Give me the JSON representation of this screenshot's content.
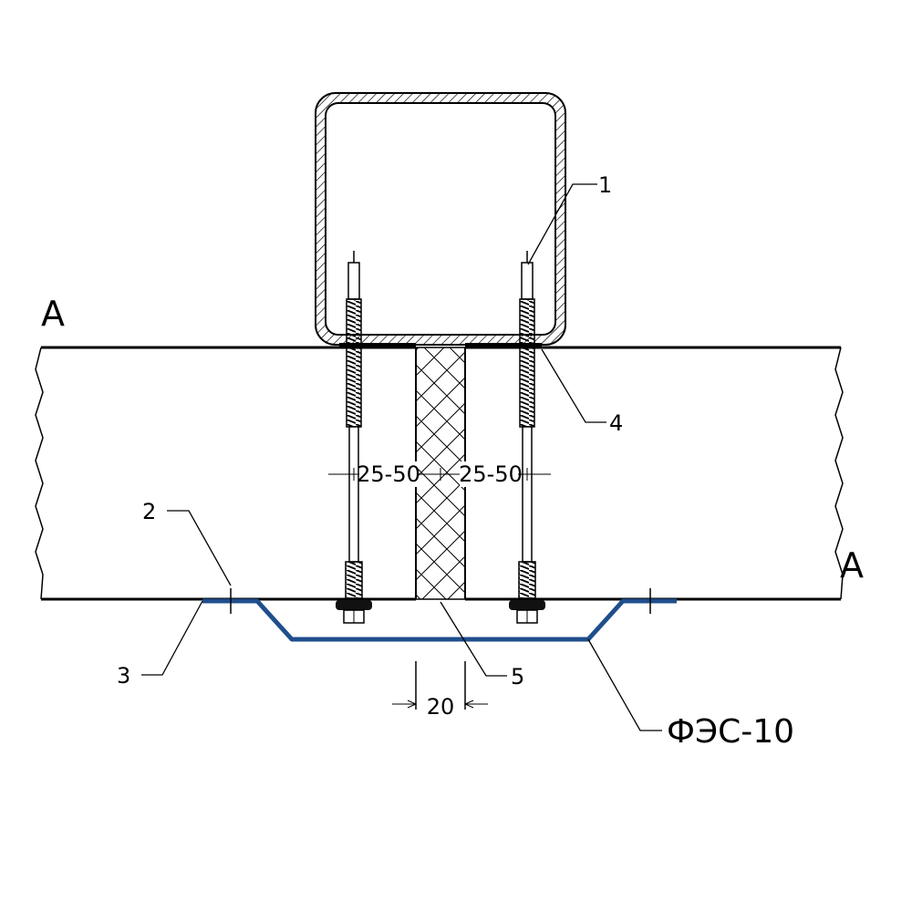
{
  "labels": {
    "section_left": "A",
    "section_right": "A",
    "callout_1": "1",
    "callout_2": "2",
    "callout_3": "3",
    "callout_4": "4",
    "callout_5": "5",
    "dim_left": "25-50",
    "dim_right": "25-50",
    "dim_gap": "20",
    "product": "ФЭС-10"
  },
  "colors": {
    "line": "#000000",
    "flashing": "#1f4e8c"
  }
}
